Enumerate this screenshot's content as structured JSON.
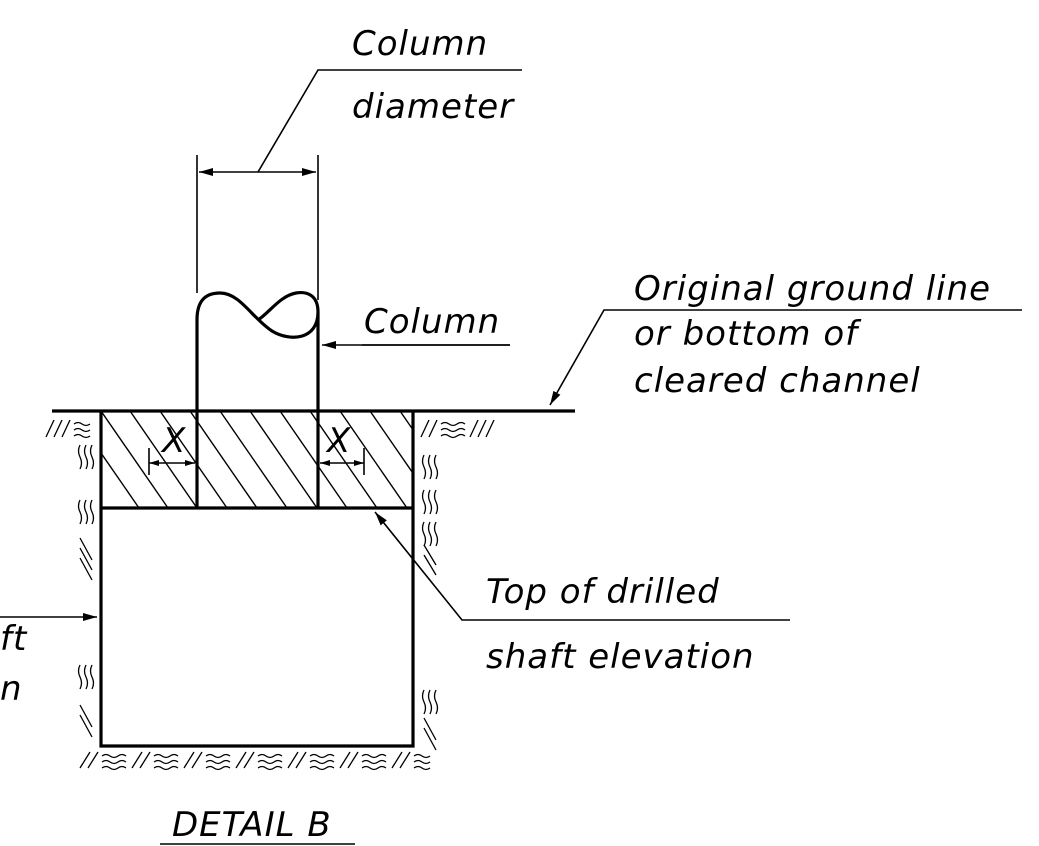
{
  "labels": {
    "column_diameter_line1": "Column",
    "column_diameter_line2": "diameter",
    "column": "Column",
    "ground_line1": "Original ground line",
    "ground_line2": "or bottom of",
    "ground_line3": "cleared channel",
    "dim_left": "X",
    "dim_right": "X",
    "top_drilled_line1": "Top of drilled",
    "top_drilled_line2": "shaft elevation",
    "left_partial_line1": "ft",
    "left_partial_line2": "n",
    "detail_title": "DETAIL B"
  }
}
